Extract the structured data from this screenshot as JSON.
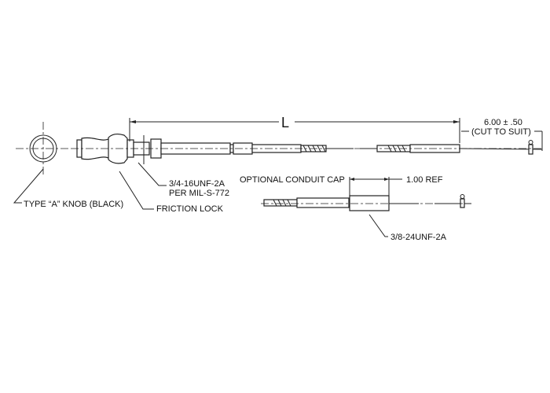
{
  "labels": {
    "length": "L",
    "tail_dim_1": "6.00 ± .50",
    "tail_dim_2": "(CUT TO SUIT)",
    "thread_1": "3/4-16UNF-2A",
    "thread_2": "PER MIL-S-772",
    "friction_lock": "FRICTION LOCK",
    "knob": "TYPE “A” KNOB (BLACK)",
    "conduit_cap": "OPTIONAL CONDUIT CAP",
    "ref_dim": "1.00 REF",
    "cap_thread": "3/8-24UNF-2A"
  }
}
